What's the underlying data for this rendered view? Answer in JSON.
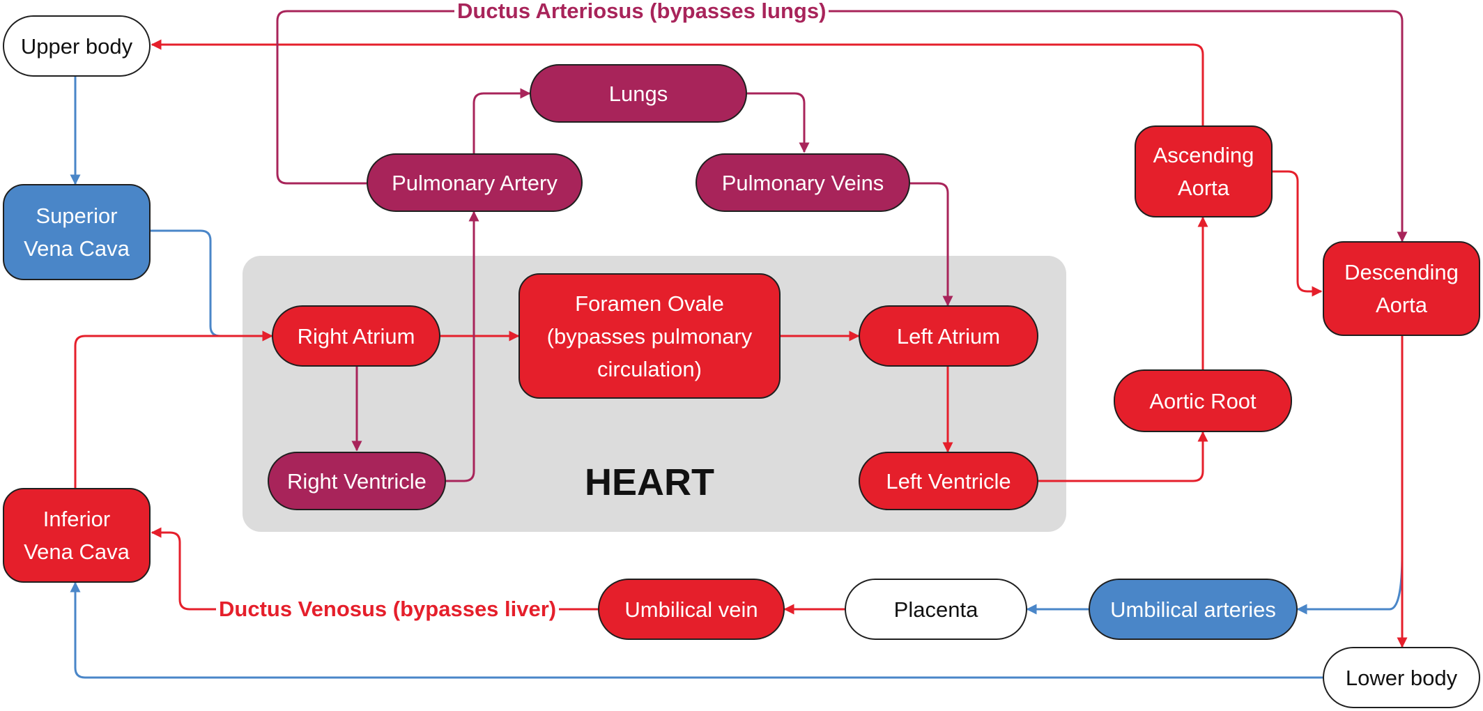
{
  "colors": {
    "deoxygenated": "#4a86c8",
    "oxygenated": "#e51f2b",
    "pulmonary": "#a8245a",
    "heart_region": "#dcdcdc"
  },
  "heart_label": "HEART",
  "nodes": {
    "upper_body": "Upper body",
    "superior_vena_cava": "Superior\nVena Cava",
    "inferior_vena_cava": "Inferior\nVena Cava",
    "lungs": "Lungs",
    "pulmonary_artery": "Pulmonary Artery",
    "pulmonary_veins": "Pulmonary Veins",
    "right_atrium": "Right Atrium",
    "right_ventricle": "Right Ventricle",
    "foramen_ovale": "Foramen Ovale\n(bypasses pulmonary\ncirculation)",
    "left_atrium": "Left Atrium",
    "left_ventricle": "Left Ventricle",
    "aortic_root": "Aortic Root",
    "ascending_aorta": "Ascending\nAorta",
    "descending_aorta": "Descending\nAorta",
    "umbilical_arteries": "Umbilical arteries",
    "placenta": "Placenta",
    "umbilical_vein": "Umbilical vein",
    "lower_body": "Lower body"
  },
  "edge_labels": {
    "ductus_arteriosus": "Ductus Arteriosus (bypasses lungs)",
    "ductus_venosus": "Ductus Venosus (bypasses liver)"
  }
}
